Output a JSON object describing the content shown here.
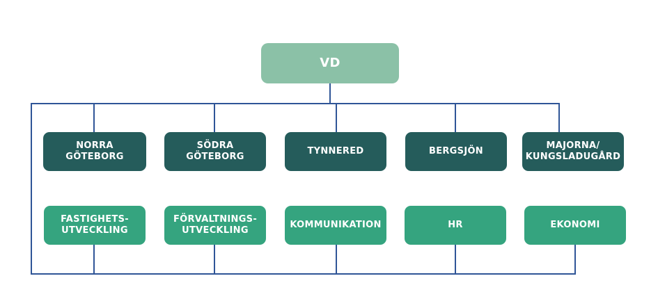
{
  "chart_title": "",
  "top": {
    "label": "VD"
  },
  "districts": [
    {
      "line1": "NORRA",
      "line2": "GÖTEBORG"
    },
    {
      "line1": "SÖDRA",
      "line2": "GÖTEBORG"
    },
    {
      "line1": "TYNNERED",
      "line2": ""
    },
    {
      "line1": "BERGSJÖN",
      "line2": ""
    },
    {
      "line1": "MAJORNA/",
      "line2": "KUNGSLADUGÅRD"
    }
  ],
  "functions": [
    {
      "line1": "FASTIGHETS-",
      "line2": "UTVECKLING"
    },
    {
      "line1": "FÖRVALTNINGS-",
      "line2": "UTVECKLING"
    },
    {
      "line1": "KOMMUNIKATION",
      "line2": ""
    },
    {
      "line1": "HR",
      "line2": ""
    },
    {
      "line1": "EKONOMI",
      "line2": ""
    }
  ],
  "colors": {
    "vd": "#8bc1a7",
    "district": "#255c5b",
    "function": "#35a47f",
    "connector": "#2f5597"
  }
}
